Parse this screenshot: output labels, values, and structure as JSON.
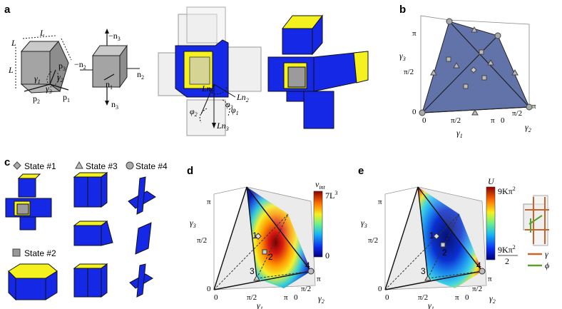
{
  "panels": {
    "a": {
      "label": "a",
      "cube_labels": {
        "L_top": "L",
        "L_left": "L",
        "L_back": "L",
        "p1": "p",
        "p1_sub": "1",
        "p2": "p",
        "p2_sub": "2",
        "p3": "p",
        "p3_sub": "3",
        "g1": "γ",
        "g1_sub": "1",
        "g2": "γ",
        "g2_sub": "2",
        "g3": "γ",
        "g3_sub": "3"
      },
      "normals": {
        "n1": "n",
        "n1_sub": "1",
        "n2": "n",
        "n2_sub": "2",
        "mn2": "−n",
        "mn2_sub": "2",
        "mn3_top": "−n",
        "mn3_top_sub": "3",
        "n3": "n",
        "n3_sub": "3"
      },
      "ln": {
        "Ln1": "Ln",
        "Ln1_sub": "1",
        "Ln2": "Ln",
        "Ln2_sub": "2",
        "Ln3": "Ln",
        "Ln3_sub": "3",
        "phi1": "φ",
        "phi1_sub": "1",
        "phi2": "φ",
        "phi2_sub": "2",
        "phi3": "φ",
        "phi3_sub": "3"
      }
    },
    "b": {
      "label": "b",
      "axis": {
        "g1": "γ",
        "g1_sub": "1",
        "g2": "γ",
        "g2_sub": "2",
        "g3": "γ",
        "g3_sub": "3"
      },
      "ticks": {
        "zero_a": "0",
        "zero_b": "0",
        "zero_c": "0",
        "pi_half_1": "π/2",
        "pi_1": "π",
        "pi_half_2": "π/2",
        "pi_2": "π",
        "pi_half_3": "π/2",
        "pi_3": "π"
      }
    },
    "c": {
      "label": "c",
      "states": [
        {
          "marker": "diamond",
          "text": "State #1"
        },
        {
          "marker": "square",
          "text": "State #2"
        },
        {
          "marker": "triangle",
          "text": "State #3"
        },
        {
          "marker": "circle",
          "text": "State #4"
        }
      ]
    },
    "d": {
      "label": "d",
      "colorbar": {
        "title": "v",
        "title_sub": "int",
        "max": "7L",
        "max_sup": "3",
        "min": "0"
      },
      "points": [
        "1",
        "2",
        "3",
        "4"
      ]
    },
    "e": {
      "label": "e",
      "colorbar": {
        "title": "U",
        "max": "9Kπ",
        "max_sup": "2",
        "min_num": "9Kπ",
        "min_sup": "2",
        "min_den": "2"
      },
      "points": [
        "1",
        "2",
        "3",
        "4"
      ],
      "legend": [
        {
          "symbol": "γ",
          "color": "#c8642a"
        },
        {
          "symbol": "ϕ",
          "color": "#5aa02c"
        }
      ]
    }
  },
  "colors": {
    "blue": "#1428e6",
    "yellow": "#f4f11e",
    "gray_cube": "#9b9b9b",
    "tetra": "#6273aa"
  }
}
